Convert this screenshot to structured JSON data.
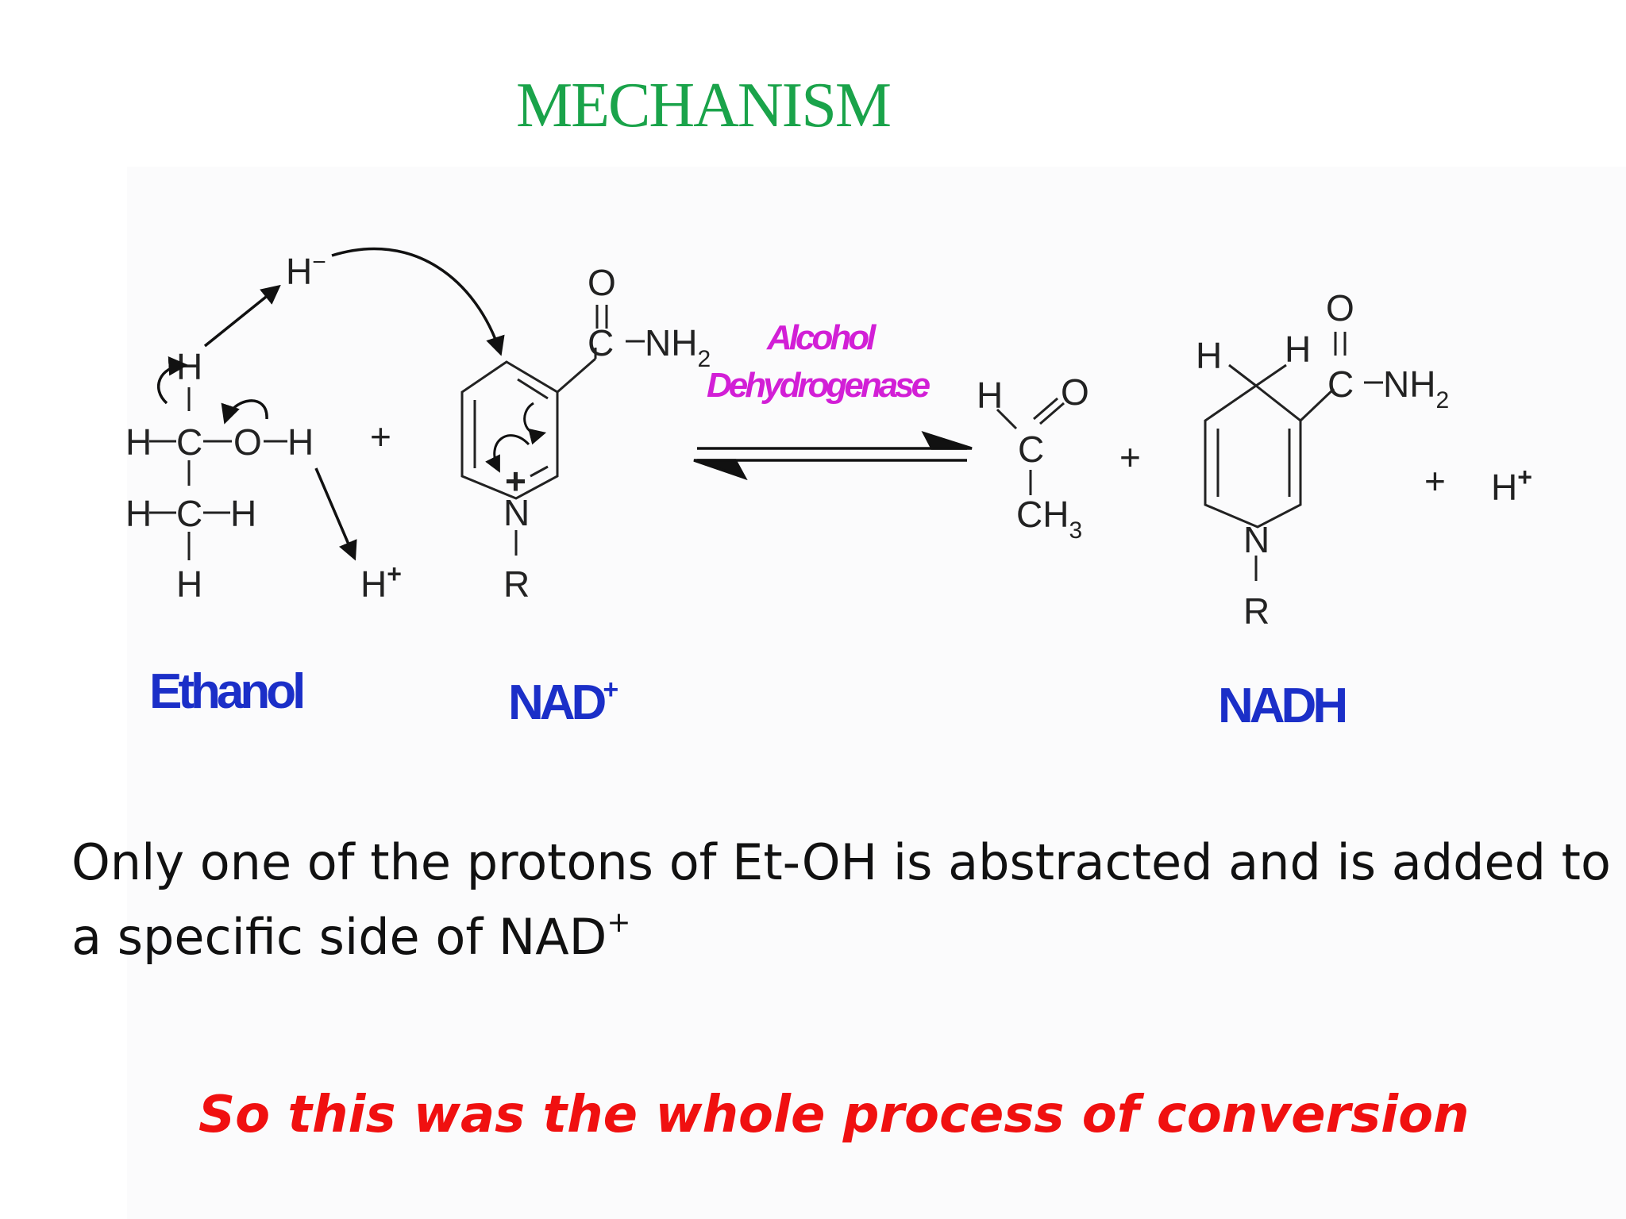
{
  "slide": {
    "title": "MECHANISM",
    "body_text": "Only one of the protons of Et-OH is abstracted and is added to a specific side of NAD",
    "body_superscript": "+",
    "conclusion": "So this was the whole process of conversion"
  },
  "diagram": {
    "labels": {
      "ethanol": "Ethanol",
      "nad": "NAD",
      "nad_superscript": "+",
      "nadh": "NADH"
    },
    "enzyme": {
      "line1": "Alcohol",
      "line2": "Dehydrogenase"
    },
    "atoms": {
      "H": "H",
      "C": "C",
      "O": "O",
      "N": "N",
      "R": "R",
      "NH": "NH",
      "CH": "CH",
      "sub2": "2",
      "sub3": "3",
      "plus": "+",
      "minus": "−"
    }
  },
  "colors": {
    "title": "#1aa34a",
    "molecule_label": "#1b2fc8",
    "enzyme": "#d21fd6",
    "conclusion": "#f01010",
    "text": "#111111"
  }
}
